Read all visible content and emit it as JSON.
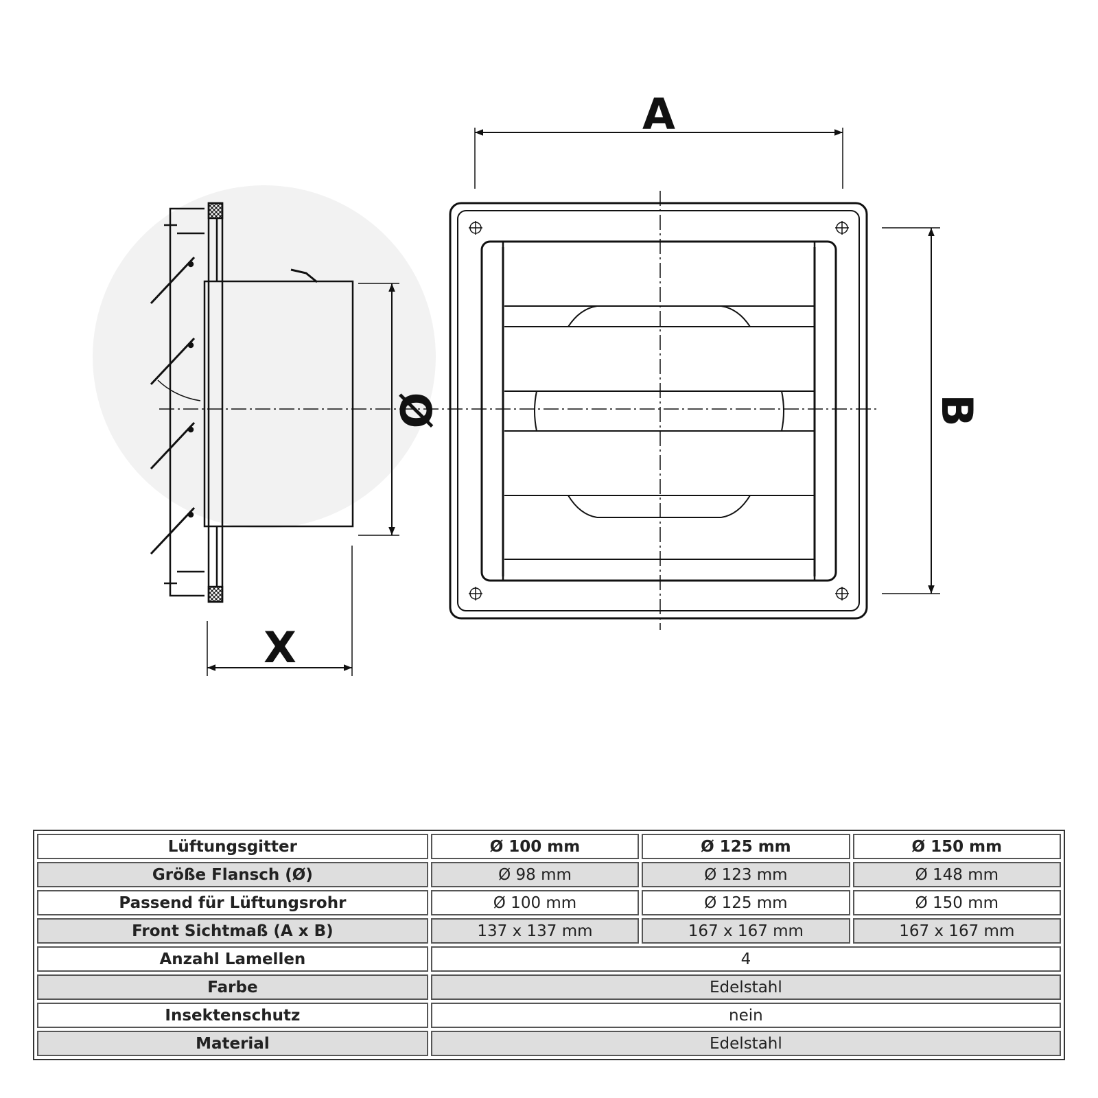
{
  "dimensions": {
    "a": "A",
    "b": "B",
    "x": "X",
    "diameter": "Ø"
  },
  "table": {
    "header": {
      "label": "Lüftungsgitter",
      "cols": [
        "Ø 100 mm",
        "Ø 125 mm",
        "Ø 150 mm"
      ]
    },
    "rows": [
      {
        "label": "Größe Flansch (Ø)",
        "values": [
          "Ø 98 mm",
          "Ø 123 mm",
          "Ø 148 mm"
        ]
      },
      {
        "label": "Passend für Lüftungsrohr",
        "values": [
          "Ø 100 mm",
          "Ø 125 mm",
          "Ø 150 mm"
        ]
      },
      {
        "label": "Front Sichtmaß (A x B)",
        "values": [
          "137 x 137 mm",
          "167 x 167 mm",
          "167 x 167 mm"
        ]
      },
      {
        "label": "Anzahl Lamellen",
        "value": "4"
      },
      {
        "label": "Farbe",
        "value": "Edelstahl"
      },
      {
        "label": "Insektenschutz",
        "value": "nein"
      },
      {
        "label": "Material",
        "value": "Edelstahl"
      }
    ]
  }
}
